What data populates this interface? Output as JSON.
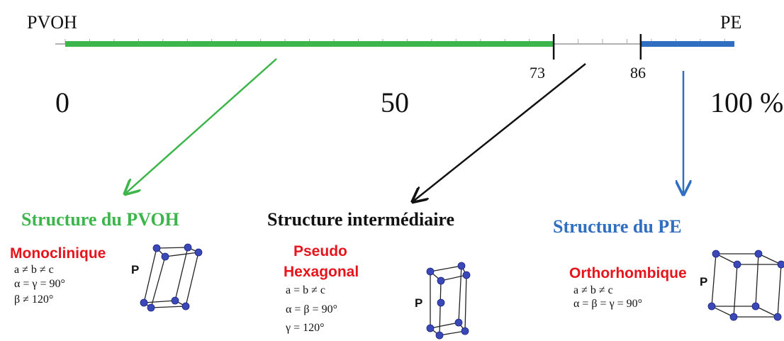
{
  "scale": {
    "left_label": "PVOH",
    "right_label": "PE",
    "tick_labels": [
      "0",
      "50",
      "100 %"
    ],
    "marker_labels": [
      "73",
      "86"
    ],
    "markers": [
      73,
      86
    ],
    "pvoh_range": [
      0,
      73
    ],
    "pe_range": [
      86,
      100
    ]
  },
  "colors": {
    "pvoh": "#3cb54a",
    "intermediate": "#111111",
    "pe": "#2f6ec0",
    "system_name": "#e8141b"
  },
  "structures": {
    "pvoh": {
      "title": "Structure du PVOH",
      "system": "Monoclinique",
      "lattice": "P",
      "params": [
        "a ≠ b ≠ c",
        "α = γ = 90°",
        "β ≠ 120°"
      ]
    },
    "intermediate": {
      "title": "Structure intermédiaire",
      "system_line1": "Pseudo",
      "system_line2": "Hexagonal",
      "lattice": "P",
      "params": [
        "a = b ≠ c",
        "α = β = 90°",
        "γ = 120°"
      ]
    },
    "pe": {
      "title": "Structure du PE",
      "system": "Orthorhombique",
      "lattice": "P",
      "params": [
        "a ≠ b ≠ c",
        "α = β = γ = 90°"
      ]
    }
  }
}
